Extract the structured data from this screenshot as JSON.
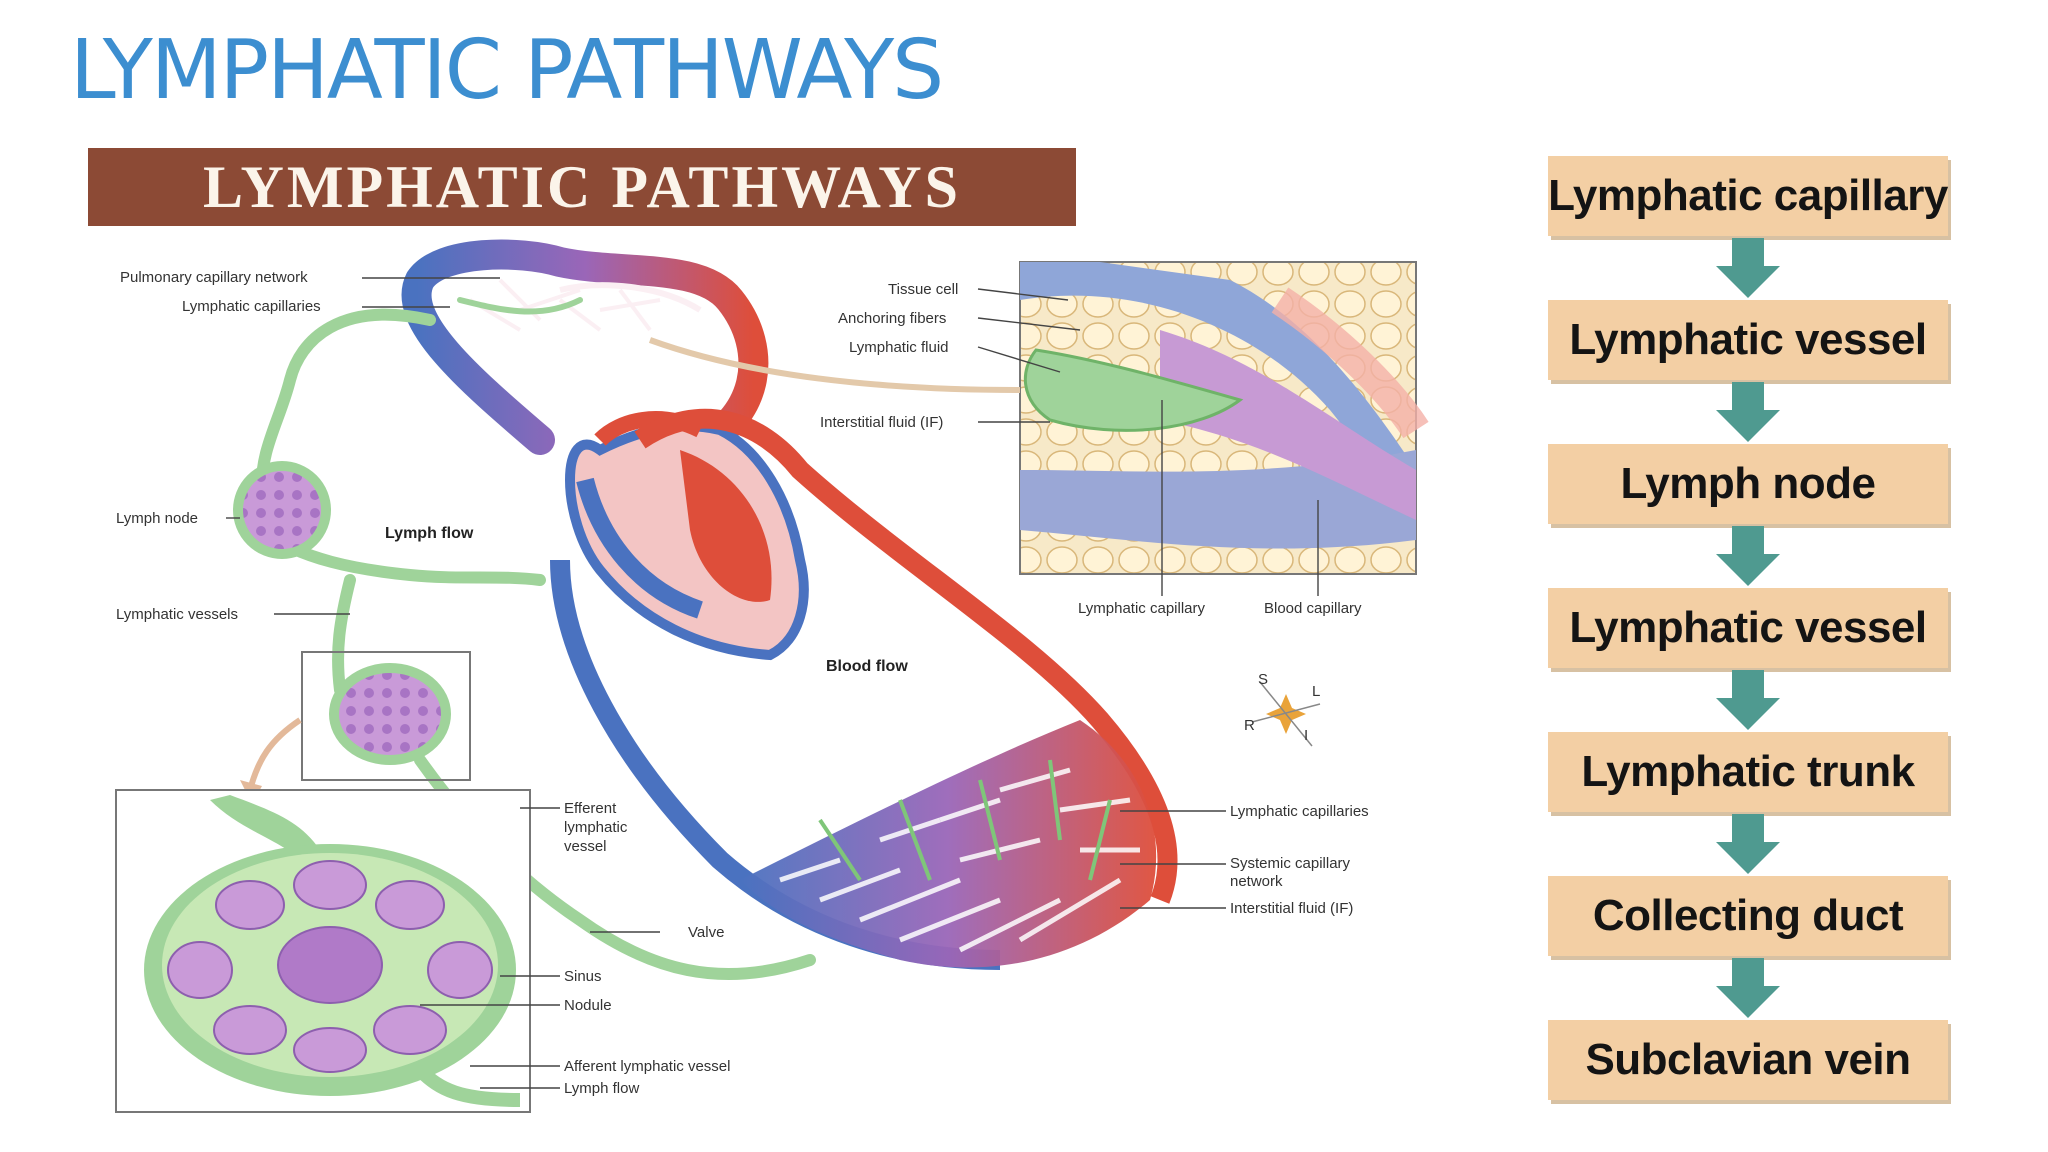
{
  "slide": {
    "title": "LYMPHATIC PATHWAYS"
  },
  "figure": {
    "banner": "LYMPHATIC PATHWAYS",
    "labels": {
      "pulmonary_capillary_network": "Pulmonary capillary network",
      "lymphatic_capillaries_top": "Lymphatic capillaries",
      "lymph_node": "Lymph node",
      "lymph_flow_bold": "Lymph flow",
      "lymphatic_vessels": "Lymphatic vessels",
      "tissue_cell": "Tissue cell",
      "anchoring_fibers": "Anchoring fibers",
      "lymphatic_fluid": "Lymphatic fluid",
      "interstitial_fluid_top": "Interstitial fluid (IF)",
      "lymphatic_capillary": "Lymphatic capillary",
      "blood_capillary": "Blood capillary",
      "blood_flow": "Blood flow",
      "efferent_1": "Efferent",
      "efferent_2": "lymphatic",
      "efferent_3": "vessel",
      "valve": "Valve",
      "sinus": "Sinus",
      "nodule": "Nodule",
      "afferent": "Afferent lymphatic vessel",
      "lymph_flow_small": "Lymph flow",
      "lymphatic_capillaries_right": "Lymphatic capillaries",
      "systemic_1": "Systemic capillary",
      "systemic_2": "network",
      "interstitial_fluid_right": "Interstitial fluid (IF)",
      "compass_s": "S",
      "compass_l": "L",
      "compass_r": "R",
      "compass_i": "I"
    }
  },
  "flowchart": {
    "steps": [
      "Lymphatic capillary",
      "Lymphatic vessel",
      "Lymph node",
      "Lymphatic vessel",
      "Lymphatic trunk",
      "Collecting duct",
      "Subclavian vein"
    ],
    "box_color": "#f3cfa4",
    "arrow_color": "#4f9a90"
  },
  "colors": {
    "title": "#3c8ed0",
    "banner": "#8c4a35",
    "lymph": "#9fd39a",
    "vein": "#4a72c0",
    "artery": "#de4e3a",
    "node": "#b07ac8"
  }
}
